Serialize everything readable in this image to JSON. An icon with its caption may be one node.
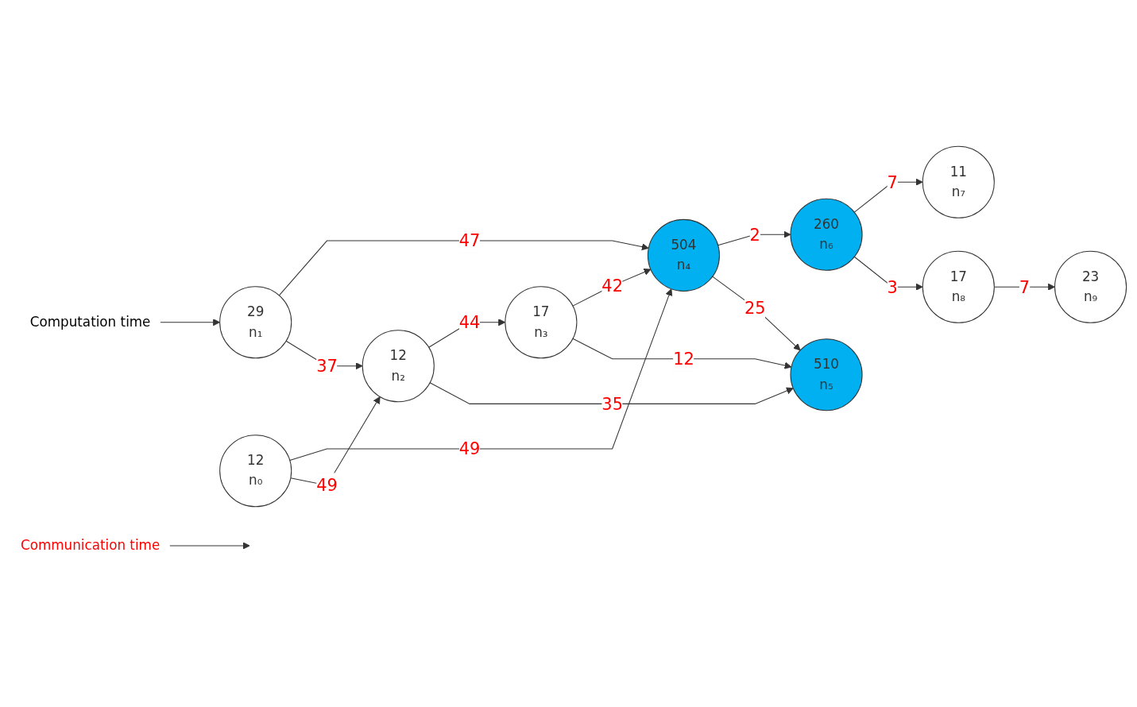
{
  "diagram": {
    "nodes": [
      {
        "text": [
          "Computation time"
        ]
      },
      {
        "text": [
          "Communication time"
        ]
      },
      {
        "text": [
          "29",
          "n₁"
        ]
      },
      {
        "text": [
          "504",
          "n₄"
        ]
      },
      {
        "text": [
          "260",
          "n₆"
        ]
      },
      {
        "text": [
          "11",
          "n₇"
        ]
      },
      {
        "text": [
          "17",
          "n₈"
        ]
      },
      {
        "text": [
          "23",
          "n₉"
        ]
      },
      {
        "text": [
          "12",
          "n₀"
        ]
      },
      {
        "text": [
          "12",
          "n₂"
        ]
      },
      {
        "text": [
          "17",
          "n₃"
        ]
      },
      {
        "text": [
          "510",
          "n₅"
        ]
      }
    ],
    "edges": [
      {
        "from": 0,
        "to": 2,
        "arrow": "to"
      },
      {
        "from": 1,
        "to": null,
        "arrow": "to"
      },
      {
        "from": 2,
        "to": 3,
        "arrow": "to",
        "label": "47"
      },
      {
        "from": 2,
        "to": 9,
        "arrow": "to",
        "label": "37"
      },
      {
        "from": 8,
        "to": 3,
        "arrow": "to",
        "label": "49"
      },
      {
        "from": 8,
        "to": 9,
        "arrow": "to",
        "label": "49"
      },
      {
        "from": 9,
        "to": 10,
        "arrow": "to",
        "label": "44"
      },
      {
        "from": 9,
        "to": 11,
        "arrow": "to",
        "label": "35"
      },
      {
        "from": 10,
        "to": 3,
        "arrow": "to",
        "label": "42"
      },
      {
        "from": 10,
        "to": 11,
        "arrow": "to",
        "label": "12"
      },
      {
        "from": 3,
        "to": 4,
        "arrow": "to",
        "label": "2"
      },
      {
        "from": 3,
        "to": 11,
        "arrow": "to",
        "label": "25"
      },
      {
        "from": 4,
        "to": 5,
        "arrow": "to",
        "label": "7"
      },
      {
        "from": 4,
        "to": 6,
        "arrow": "to",
        "label": "3"
      },
      {
        "from": 6,
        "to": 7,
        "arrow": "to",
        "label": "7"
      }
    ]
  }
}
